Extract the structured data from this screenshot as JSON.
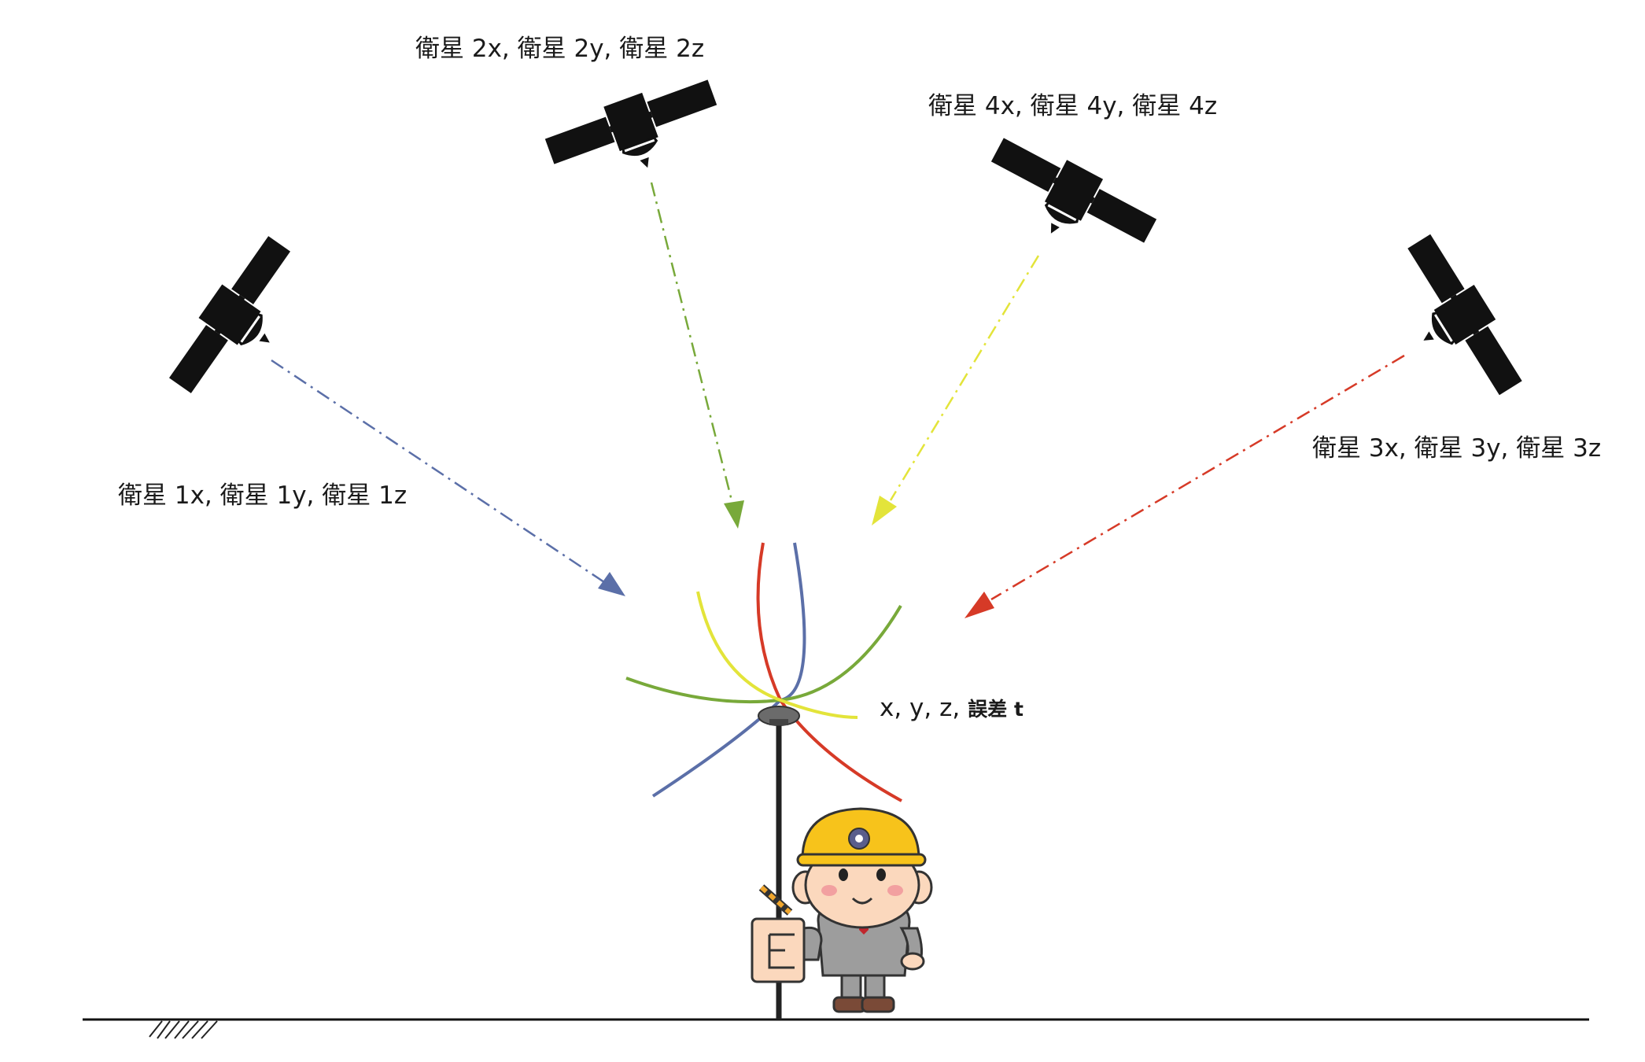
{
  "satellites": [
    {
      "label": "衛星 1x, 衛星 1y, 衛星 1z",
      "signal_color": "#5b6fa8",
      "icon": "satellite-icon"
    },
    {
      "label": "衛星 2x, 衛星 2y, 衛星 2z",
      "signal_color": "#78a93a",
      "icon": "satellite-icon"
    },
    {
      "label": "衛星 3x, 衛星 3y, 衛星 3z",
      "signal_color": "#d63a27",
      "icon": "satellite-icon"
    },
    {
      "label": "衛星 4x, 衛星 4y, 衛星 4z",
      "signal_color": "#e3e43a",
      "icon": "satellite-icon"
    }
  ],
  "receiver": {
    "coords": "x,  y,  z,",
    "error_label": "誤差 t"
  },
  "figure": {
    "icon": "surveyor-figure",
    "helmet_color": "#f7c31b",
    "suit_color": "#9d9d9d",
    "ground_icon": "ground-hatch-icon"
  }
}
